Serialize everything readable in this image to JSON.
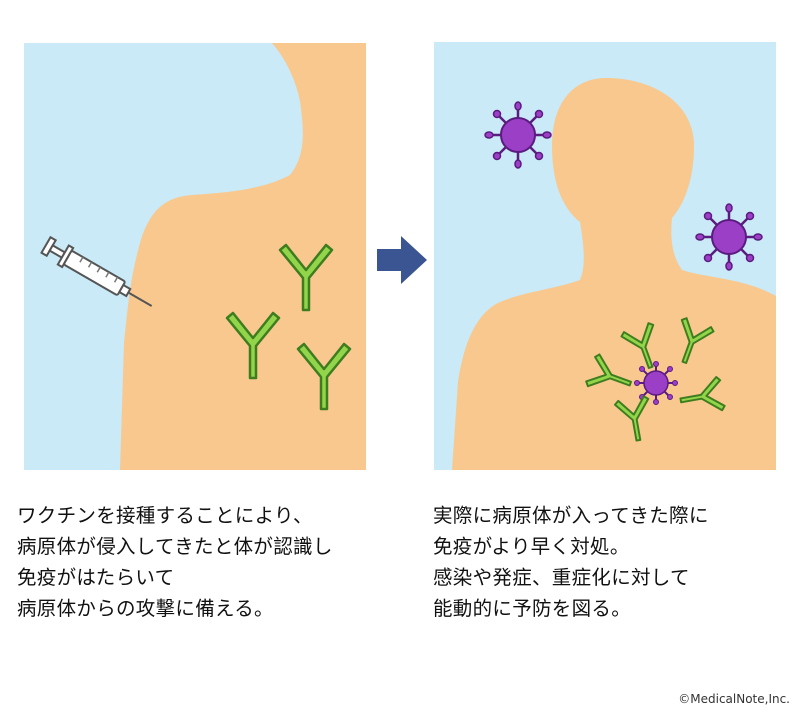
{
  "colors": {
    "sky": "#c9eaf6",
    "skin": "#f9c88e",
    "antibody_fill": "#92d54a",
    "antibody_stroke": "#3e7d1f",
    "virus_fill": "#9b3fc6",
    "virus_stroke": "#5b1b80",
    "arrow": "#3b5592"
  },
  "left_caption": [
    "ワクチンを接種することにより、",
    "病原体が侵入してきたと体が認識し",
    "免疫がはたらいて",
    "病原体からの攻撃に備える。"
  ],
  "right_caption": [
    "実際に病原体が入ってきた際に",
    "免疫がより早く対処。",
    "感染や発症、重症化に対して",
    "能動的に予防を図る。"
  ],
  "copyright": "©MedicalNote,Inc."
}
